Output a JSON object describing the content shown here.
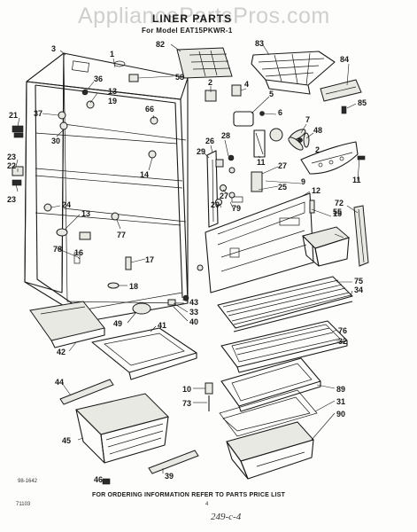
{
  "header": {
    "watermark": "AppliancePartsPros.com",
    "title": "LINER PARTS",
    "subtitle": "For Model EAT15PKWR-1"
  },
  "footer": {
    "ordering_note": "FOR ORDERING INFORMATION REFER TO PARTS PRICE LIST",
    "left_code": "98-1642",
    "bottom_code": "71103",
    "page_mark": "4",
    "handwritten": "249-c-4"
  },
  "part_labels": [
    {
      "id": "p3",
      "text": "3"
    },
    {
      "id": "p1",
      "text": "1"
    },
    {
      "id": "p82",
      "text": "82"
    },
    {
      "id": "p83",
      "text": "83"
    },
    {
      "id": "p84",
      "text": "84"
    },
    {
      "id": "p58",
      "text": "58"
    },
    {
      "id": "p2a",
      "text": "2"
    },
    {
      "id": "p4",
      "text": "4"
    },
    {
      "id": "p5",
      "text": "5"
    },
    {
      "id": "p85",
      "text": "85"
    },
    {
      "id": "p36",
      "text": "36"
    },
    {
      "id": "p13a",
      "text": "13"
    },
    {
      "id": "p19",
      "text": "19"
    },
    {
      "id": "p21",
      "text": "21"
    },
    {
      "id": "p37",
      "text": "37"
    },
    {
      "id": "p30",
      "text": "30"
    },
    {
      "id": "p66",
      "text": "66"
    },
    {
      "id": "p6",
      "text": "6"
    },
    {
      "id": "p7",
      "text": "7"
    },
    {
      "id": "p48",
      "text": "48"
    },
    {
      "id": "p2b",
      "text": "2"
    },
    {
      "id": "p26",
      "text": "26"
    },
    {
      "id": "p28",
      "text": "28"
    },
    {
      "id": "p11a",
      "text": "11"
    },
    {
      "id": "p27a",
      "text": "27"
    },
    {
      "id": "p9",
      "text": "9"
    },
    {
      "id": "p23a",
      "text": "23"
    },
    {
      "id": "p22",
      "text": "22"
    },
    {
      "id": "p29",
      "text": "29"
    },
    {
      "id": "p25",
      "text": "25"
    },
    {
      "id": "p11b",
      "text": "11"
    },
    {
      "id": "p14",
      "text": "14"
    },
    {
      "id": "p23b",
      "text": "23"
    },
    {
      "id": "p27b",
      "text": "27"
    },
    {
      "id": "p12",
      "text": "12"
    },
    {
      "id": "p15",
      "text": "15"
    },
    {
      "id": "p20",
      "text": "20"
    },
    {
      "id": "p79",
      "text": "79"
    },
    {
      "id": "p72",
      "text": "72"
    },
    {
      "id": "p24",
      "text": "24"
    },
    {
      "id": "p55",
      "text": "55"
    },
    {
      "id": "p13b",
      "text": "13"
    },
    {
      "id": "p77",
      "text": "77"
    },
    {
      "id": "p78",
      "text": "78"
    },
    {
      "id": "p16",
      "text": "16"
    },
    {
      "id": "p17",
      "text": "17"
    },
    {
      "id": "p75",
      "text": "75"
    },
    {
      "id": "p34",
      "text": "34"
    },
    {
      "id": "p18",
      "text": "18"
    },
    {
      "id": "p43",
      "text": "43"
    },
    {
      "id": "p33",
      "text": "33"
    },
    {
      "id": "p40",
      "text": "40"
    },
    {
      "id": "p49",
      "text": "49"
    },
    {
      "id": "p41",
      "text": "41"
    },
    {
      "id": "p76",
      "text": "76"
    },
    {
      "id": "p32",
      "text": "32"
    },
    {
      "id": "p42",
      "text": "42"
    },
    {
      "id": "p10",
      "text": "10"
    },
    {
      "id": "p89",
      "text": "89"
    },
    {
      "id": "p44",
      "text": "44"
    },
    {
      "id": "p73",
      "text": "73"
    },
    {
      "id": "p31",
      "text": "31"
    },
    {
      "id": "p90",
      "text": "90"
    },
    {
      "id": "p45",
      "text": "45"
    },
    {
      "id": "p39",
      "text": "39"
    },
    {
      "id": "p46",
      "text": "46"
    }
  ]
}
